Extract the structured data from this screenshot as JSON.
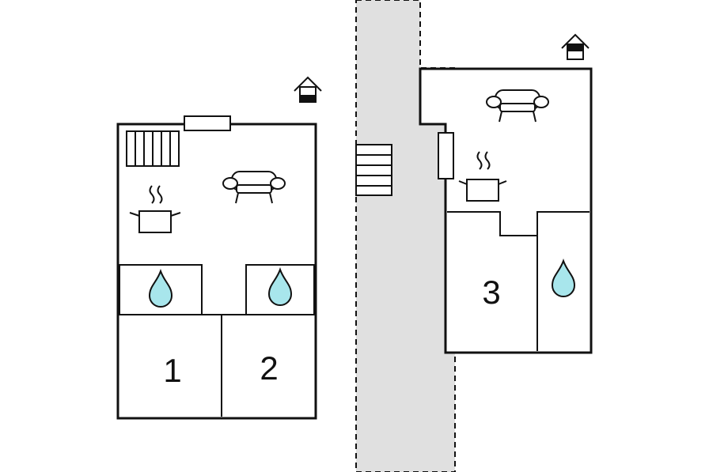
{
  "colors": {
    "wall": "#111111",
    "corridor": "#e0e0e0",
    "water": "#a8e6ec",
    "background": "#ffffff"
  },
  "floor_plans": [
    {
      "id": "unit-left",
      "icons": [
        "floor-level-icon",
        "radiator-icon",
        "window-icon",
        "sofa-icon",
        "cooking-pot-icon",
        "water-drop-icon",
        "water-drop-icon"
      ],
      "rooms": [
        {
          "label": "1"
        },
        {
          "label": "2"
        }
      ]
    },
    {
      "id": "unit-right",
      "icons": [
        "floor-level-icon",
        "window-icon",
        "sofa-icon",
        "cooking-pot-icon",
        "water-drop-icon"
      ],
      "rooms": [
        {
          "label": "3"
        }
      ]
    }
  ],
  "corridor": {
    "icons": [
      "staircase-icon"
    ]
  }
}
